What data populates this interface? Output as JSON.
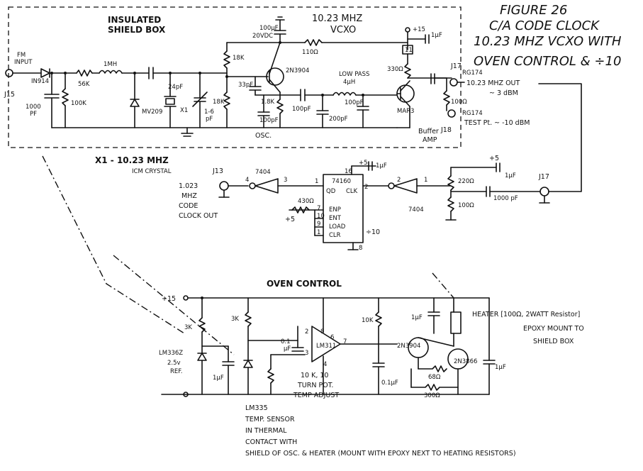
{
  "title": {
    "figure": "FIGURE 26",
    "line1": "C/A CODE CLOCK",
    "line2": "10.23 MHZ VCXO WITH",
    "line3": "OVEN CONTROL & ÷10"
  },
  "shield": {
    "line1": "INSULATED",
    "line2": "SHIELD BOX"
  },
  "vcxo": {
    "freq": "10.23 MHZ",
    "name": "VCXO"
  },
  "input": {
    "fm": "FM",
    "input": "INPUT",
    "jack": "J15"
  },
  "labels": {
    "diode_in": "IN914",
    "r56k": "56K",
    "r100k": "100K",
    "c1000pf": "1000",
    "c1000pf_unit": "PF",
    "l1mh": "1MH",
    "c24pf": "24pF",
    "varactor": "MV209",
    "xtal": "X1",
    "trim": "1-6",
    "trim_unit": "pF",
    "r18k_top": "18K",
    "r18k_bot": "18K",
    "c100uf": "100μF",
    "c100uf_v": "20VDC",
    "r110": "110Ω",
    "plus15": "+15",
    "c1uf_top": "1μF",
    "ferrite": "11",
    "tr1": "2N3904",
    "c33pf": "33pF",
    "r18k_e": "1.8K",
    "c100pf_osc": "100pF",
    "osc": "OSC.",
    "c100pf_a": "100pF",
    "lowpass": "LOW PASS",
    "l4uh": "4μH",
    "c200pf": "200pF",
    "c100pf_b": "100pF",
    "r330": "330Ω",
    "mar3": "MAR3",
    "buffer": "Buffer",
    "amp": "AMP",
    "j17_top": "J17",
    "rg174_a": "RG174",
    "out": "10.23 MHZ OUT",
    "out_level": "~ 3 dBM",
    "r100_test": "100Ω",
    "rg174_b": "RG174",
    "testpt": "TEST Pt. ~ -10 dBM",
    "j18": "J18"
  },
  "divider": {
    "x1": "X1 - 10.23 MHZ",
    "xtal_type": "ICM CRYSTAL",
    "j13": "J13",
    "out1": "1.023",
    "out2": "MHZ",
    "out3": "CODE",
    "out4": "CLOCK OUT",
    "inv1": "7404",
    "pin4": "4",
    "pin3": "3",
    "chip": "74160",
    "qd": "QD",
    "clk": "CLK",
    "pin16": "16",
    "plus5_a": "+5",
    "c1uf_d": "1μF",
    "pin2": "2",
    "pin1": "1",
    "inv2_pin2": "2",
    "inv2_pin1": "1",
    "inv2": "7404",
    "enp": "ENP",
    "ent": "ENT",
    "load": "LOAD",
    "clr": "CLR",
    "p7": "7",
    "p10": "10",
    "p9": "9",
    "p1": "1",
    "p8": "8",
    "r430": "430Ω",
    "plus5_b": "+5",
    "div10": "÷10",
    "plus5_c": "+5",
    "r220": "220Ω",
    "r100": "100Ω",
    "c1000": "1000 pF",
    "c1uf_e": "1μF",
    "j17_bot": "J17"
  },
  "oven": {
    "title": "OVEN CONTROL",
    "plus15": "+15",
    "r3k_a": "3K",
    "r3k_b": "3K",
    "lm336": "LM336Z",
    "ref1": "2.5v",
    "ref2": "REF.",
    "c1uf_a": "1μF",
    "c01_a": "0.1",
    "c01_a_unit": "μF",
    "opamp": "LM311",
    "p2": "2",
    "p8": "8",
    "p3": "3",
    "p4": "4",
    "p6": "6",
    "p7": "7",
    "pot1": "10 K, 10",
    "pot2": "TURN POT.",
    "pot3": "TEMP ADJUST",
    "r10k": "10K",
    "c1uf_b": "1μF",
    "c01_b": "0.1μF",
    "tr2": "2N3904",
    "r68": "68Ω",
    "r300": "300Ω",
    "tr3": "2N3866",
    "c1uf_c": "1μF",
    "heater": "HEATER [100Ω, 2WATT Resistor]",
    "heater2": "EPOXY MOUNT TO",
    "heater3": "SHIELD BOX",
    "lm335": "LM335",
    "sensor1": "TEMP. SENSOR",
    "sensor2": "IN THERMAL",
    "sensor3": "CONTACT WITH",
    "sensor4": "SHIELD OF OSC. & HEATER (MOUNT WITH EPOXY NEXT TO HEATING RESISTORS)"
  }
}
